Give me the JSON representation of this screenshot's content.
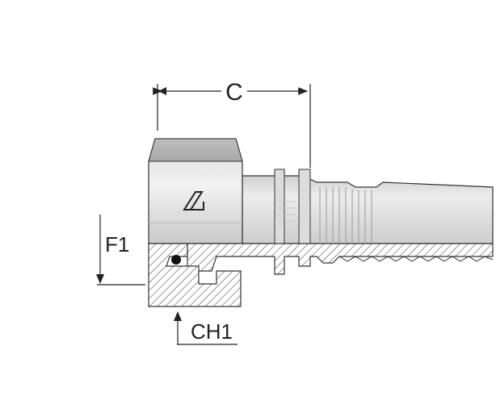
{
  "diagram": {
    "labels": {
      "length": "C",
      "thread": "F1",
      "hex": "CH1"
    },
    "logo": "brand-logo-triangle",
    "colors": {
      "body_light": "#e6e6e6",
      "body_mid": "#cfcfcf",
      "body_dark": "#b8b8b8",
      "hatch": "#555555",
      "outline": "#333333",
      "dimension": "#222222"
    }
  }
}
